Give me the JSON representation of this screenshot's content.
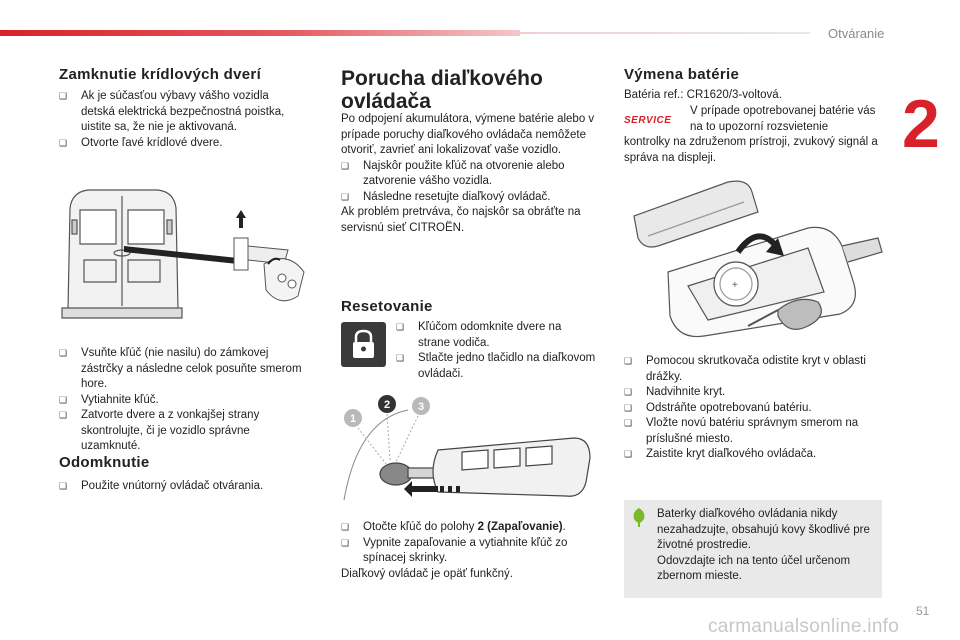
{
  "header": {
    "section_title": "Otváranie",
    "chapter_number": "2"
  },
  "col1": {
    "h_lock": "Zamknutie krídlových dverí",
    "lock_bullets": [
      "Ak je súčasťou výbavy vášho vozidla detská elektrická bezpečnostná poistka, uistite sa, že nie je aktivovaná.",
      "Otvorte ľavé krídlové dvere."
    ],
    "after_fig_bullets": [
      "Vsuňte kľúč (nie nasilu) do zámkovej zástrčky a následne celok posuňte smerom hore.",
      "Vytiahnite kľúč.",
      "Zatvorte dvere a z vonkajšej strany skontrolujte, či je vozidlo správne uzamknuté."
    ],
    "h_unlock": "Odomknutie",
    "unlock_bullets": [
      "Použite vnútorný ovládač otvárania."
    ]
  },
  "col2": {
    "h_fail": "Porucha diaľkového ovládača",
    "fail_para": "Po odpojení akumulátora, výmene batérie alebo v prípade poruchy diaľkového ovládača nemôžete otvoriť, zavrieť ani lokalizovať vaše vozidlo.",
    "fail_bullets": [
      "Najskôr použite kľúč na otvorenie alebo zatvorenie vášho vozidla.",
      "Následne resetujte diaľkový ovládač."
    ],
    "fail_after": "Ak problém pretrváva, čo najskôr sa obráťte na servisnú sieť CITROËN.",
    "h_reset": "Resetovanie",
    "reset_bullets": [
      "Kľúčom odomknite dvere na strane vodiča.",
      "Stlačte jedno tlačidlo na diaľkovom ovládači."
    ],
    "step_labels": [
      "1",
      "2",
      "3"
    ],
    "ignition_pre": "Otočte kľúč do polohy ",
    "ignition_bold": "2 (Zapaľovanie)",
    "ignition_post": ".",
    "reset_bullet2": "Vypnite zapaľovanie a vytiahnite kľúč zo spínacej skrinky.",
    "reset_final": "Diaľkový ovládač je opäť funkčný."
  },
  "col3": {
    "h_battery": "Výmena batérie",
    "battery_ref": "Batéria ref.: CR1620/3-voltová.",
    "service_label": "SERVICE",
    "battery_warn_a": "V prípade opotrebovanej batérie vás na to upozorní rozsvietenie",
    "battery_warn_b": "kontrolky na združenom prístroji, zvukový signál a správa na displeji.",
    "battery_bullets": [
      "Pomocou skrutkovača odistite kryt v oblasti drážky.",
      "Nadvihnite kryt.",
      "Odstráňte opotrebovanú batériu.",
      "Vložte novú batériu správnym smerom na príslušné miesto.",
      "Zaistite kryt diaľkového ovládača."
    ],
    "eco_note": [
      "Baterky diaľkového ovládania nikdy nezahadzujte, obsahujú kovy škodlivé pre životné prostredie.",
      "Odovzdajte ich na tento účel určenom zbernom mieste."
    ]
  },
  "footer": {
    "page_number": "51",
    "watermark": "carmanualsonline.info"
  }
}
